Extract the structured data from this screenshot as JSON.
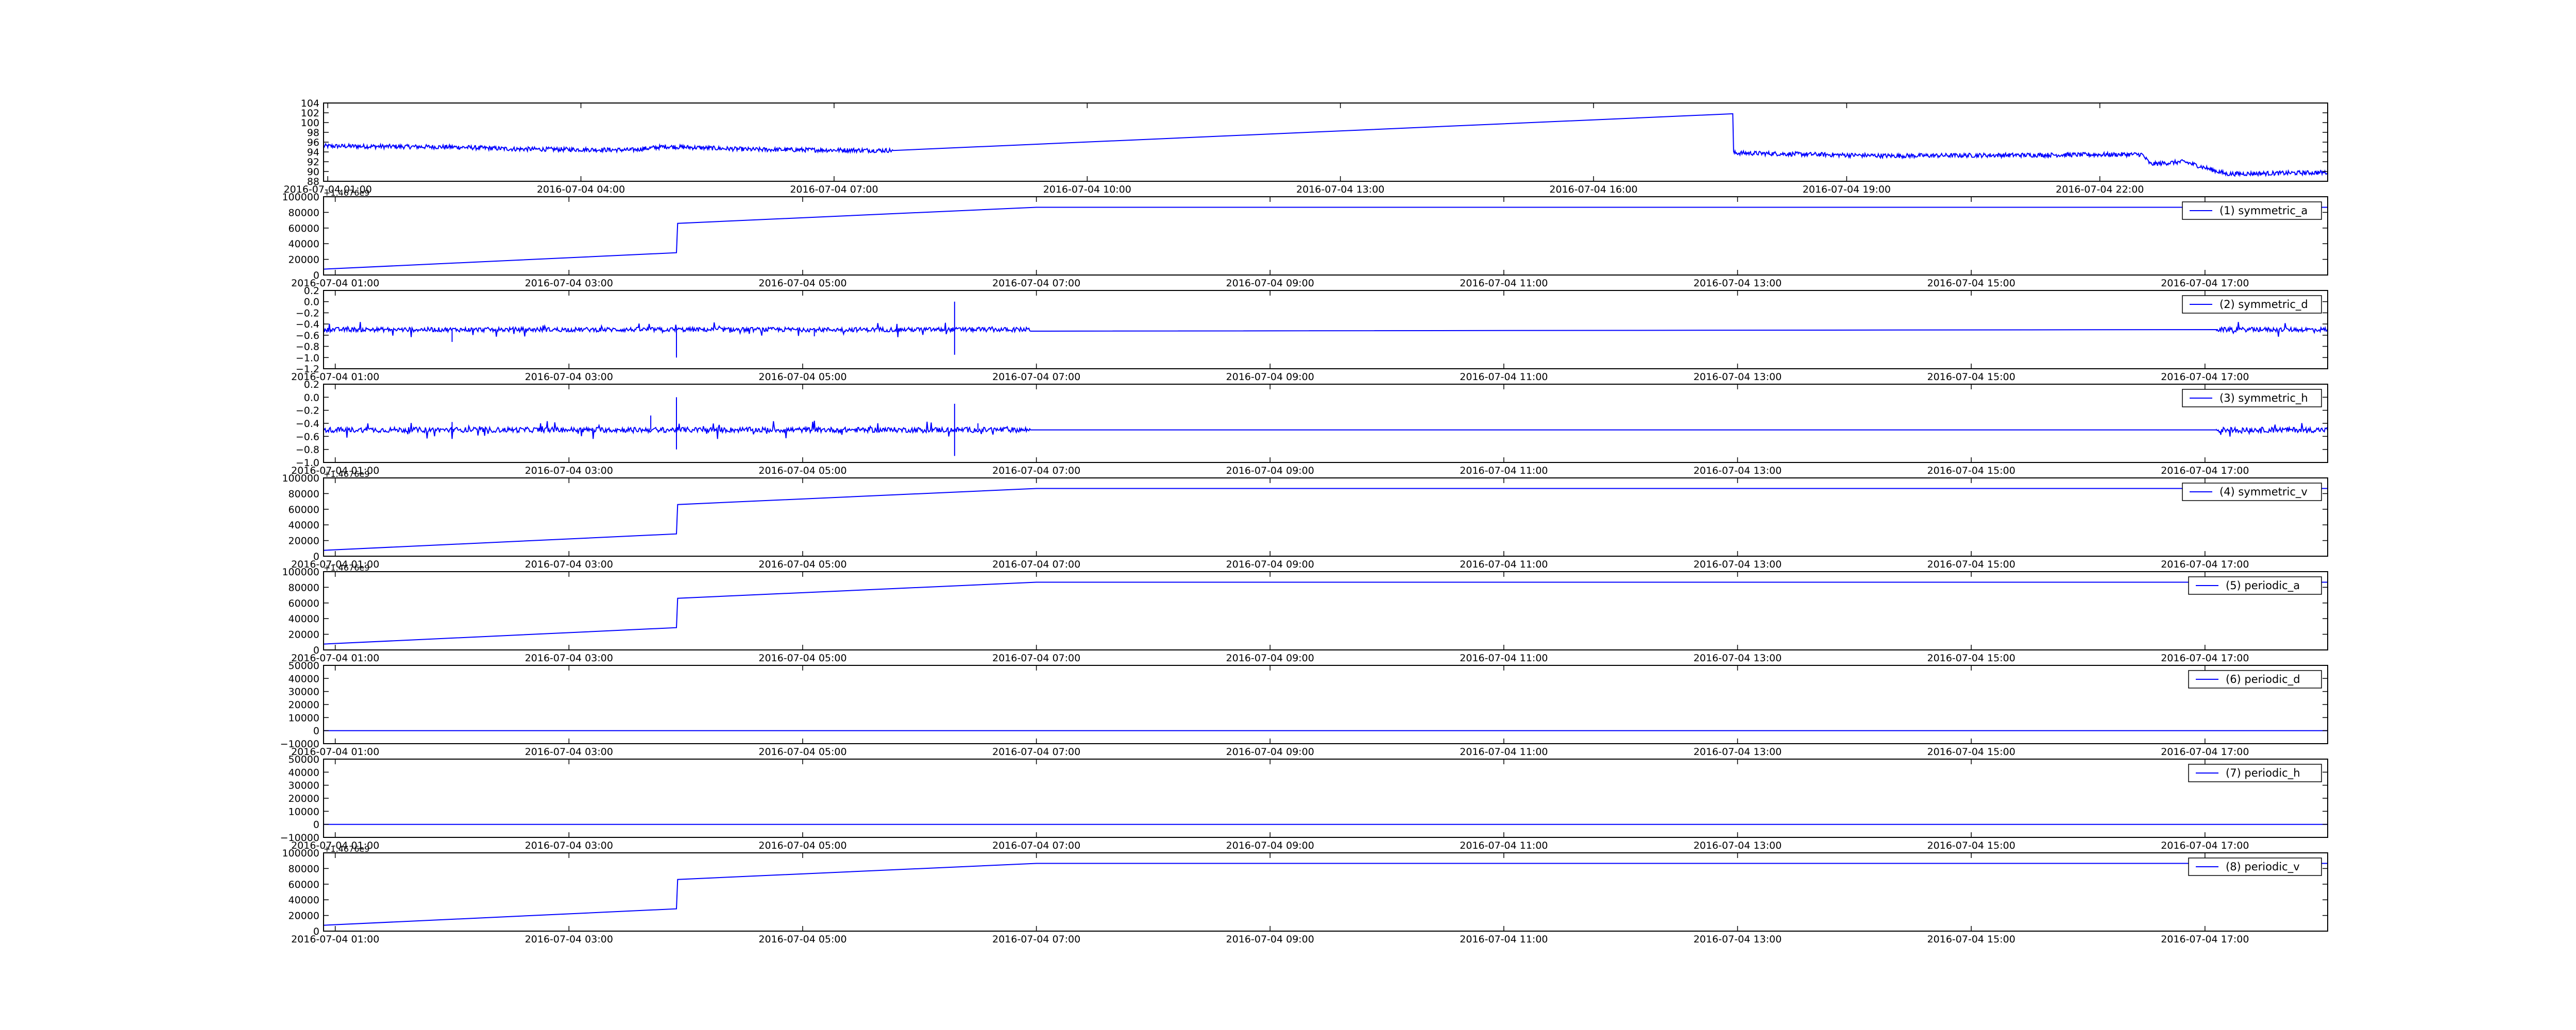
{
  "chart_data": [
    {
      "type": "line",
      "ylim": [
        88,
        104
      ],
      "yticks": [
        "88",
        "90",
        "92",
        "94",
        "96",
        "98",
        "100",
        "102",
        "104"
      ],
      "xticks": [
        "2016-07-04 01:00",
        "2016-07-04 04:00",
        "2016-07-04 07:00",
        "2016-07-04 10:00",
        "2016-07-04 13:00",
        "2016-07-04 16:00",
        "2016-07-04 19:00",
        "2016-07-04 22:00"
      ],
      "xlim_hours": [
        0.95,
        24.7
      ],
      "legend": "",
      "series": [
        {
          "color": "#0000ff",
          "style": "noisy",
          "x": [
            0.95,
            2.5,
            3.2,
            4.6,
            5.0,
            6.0,
            7.7,
            17.65,
            17.66,
            19.5,
            22.5,
            22.6,
            23.0,
            23.5,
            24.7
          ],
          "y": [
            95.2,
            95.0,
            94.6,
            94.4,
            95.1,
            94.5,
            94.3,
            101.8,
            93.8,
            93.2,
            93.5,
            91.5,
            92.0,
            89.5,
            89.8
          ],
          "noise": 0.45
        }
      ]
    },
    {
      "type": "line",
      "ylim": [
        0,
        100000
      ],
      "yticks": [
        "0",
        "20000",
        "40000",
        "60000",
        "80000",
        "100000"
      ],
      "offset": "+1.4676e9",
      "xticks": [
        "2016-07-04 01:00",
        "2016-07-04 03:00",
        "2016-07-04 05:00",
        "2016-07-04 07:00",
        "2016-07-04 09:00",
        "2016-07-04 11:00",
        "2016-07-04 13:00",
        "2016-07-04 15:00",
        "2016-07-04 17:00"
      ],
      "xlim_hours": [
        0.9,
        18.05
      ],
      "legend": "(1) symmetric_a",
      "series": [
        {
          "color": "#0000ff",
          "style": "steps",
          "x": [
            0.9,
            3.92,
            3.93,
            7.0,
            18.05
          ],
          "y": [
            7500,
            28500,
            66000,
            86500,
            86500
          ]
        }
      ]
    },
    {
      "type": "line",
      "ylim": [
        -1.2,
        0.2
      ],
      "yticks": [
        "−1.2",
        "−1.0",
        "−0.8",
        "−0.6",
        "−0.4",
        "−0.2",
        "0.0",
        "0.2"
      ],
      "xticks": [
        "2016-07-04 01:00",
        "2016-07-04 03:00",
        "2016-07-04 05:00",
        "2016-07-04 07:00",
        "2016-07-04 09:00",
        "2016-07-04 11:00",
        "2016-07-04 13:00",
        "2016-07-04 15:00",
        "2016-07-04 17:00"
      ],
      "xlim_hours": [
        0.9,
        18.05
      ],
      "legend": "(2) symmetric_d",
      "series": [
        {
          "color": "#0000ff",
          "style": "spiky",
          "x": [
            0.9,
            18.05
          ],
          "y": [
            -0.5,
            -0.5
          ],
          "noisy_ranges": [
            [
              0.9,
              6.95
            ],
            [
              17.1,
              18.05
            ]
          ],
          "spikes": [
            [
              3.92,
              -1.0
            ],
            [
              6.3,
              -0.95
            ],
            [
              6.3,
              0.0
            ],
            [
              2.0,
              -0.72
            ],
            [
              5.1,
              -0.62
            ]
          ],
          "noise": 0.04
        }
      ]
    },
    {
      "type": "line",
      "ylim": [
        -1.0,
        0.2
      ],
      "yticks": [
        "−1.0",
        "−0.8",
        "−0.6",
        "−0.4",
        "−0.2",
        "0.0",
        "0.2"
      ],
      "xticks": [
        "2016-07-04 01:00",
        "2016-07-04 03:00",
        "2016-07-04 05:00",
        "2016-07-04 07:00",
        "2016-07-04 09:00",
        "2016-07-04 11:00",
        "2016-07-04 13:00",
        "2016-07-04 15:00",
        "2016-07-04 17:00"
      ],
      "xlim_hours": [
        0.9,
        18.05
      ],
      "legend": "(3) symmetric_h",
      "series": [
        {
          "color": "#0000ff",
          "style": "spiky",
          "x": [
            0.9,
            18.05
          ],
          "y": [
            -0.5,
            -0.5
          ],
          "noisy_ranges": [
            [
              0.9,
              6.95
            ],
            [
              17.1,
              18.05
            ]
          ],
          "spikes": [
            [
              3.92,
              0.0
            ],
            [
              3.92,
              -0.8
            ],
            [
              6.3,
              -0.9
            ],
            [
              6.3,
              -0.1
            ],
            [
              3.7,
              -0.28
            ],
            [
              2.0,
              -0.38
            ],
            [
              6.5,
              -0.4
            ]
          ],
          "noise": 0.04
        }
      ]
    },
    {
      "type": "line",
      "ylim": [
        0,
        100000
      ],
      "yticks": [
        "0",
        "20000",
        "40000",
        "60000",
        "80000",
        "100000"
      ],
      "offset": "+1.4676e9",
      "xticks": [
        "2016-07-04 01:00",
        "2016-07-04 03:00",
        "2016-07-04 05:00",
        "2016-07-04 07:00",
        "2016-07-04 09:00",
        "2016-07-04 11:00",
        "2016-07-04 13:00",
        "2016-07-04 15:00",
        "2016-07-04 17:00"
      ],
      "xlim_hours": [
        0.9,
        18.05
      ],
      "legend": "(4) symmetric_v",
      "series": [
        {
          "color": "#0000ff",
          "style": "steps",
          "x": [
            0.9,
            3.92,
            3.93,
            7.0,
            18.05
          ],
          "y": [
            7500,
            28500,
            66000,
            86500,
            86500
          ]
        }
      ]
    },
    {
      "type": "line",
      "ylim": [
        0,
        100000
      ],
      "yticks": [
        "0",
        "20000",
        "40000",
        "60000",
        "80000",
        "100000"
      ],
      "offset": "+1.4676e9",
      "xticks": [
        "2016-07-04 01:00",
        "2016-07-04 03:00",
        "2016-07-04 05:00",
        "2016-07-04 07:00",
        "2016-07-04 09:00",
        "2016-07-04 11:00",
        "2016-07-04 13:00",
        "2016-07-04 15:00",
        "2016-07-04 17:00"
      ],
      "xlim_hours": [
        0.9,
        18.05
      ],
      "legend": "(5) periodic_a",
      "series": [
        {
          "color": "#0000ff",
          "style": "steps",
          "x": [
            0.9,
            3.92,
            3.93,
            7.0,
            18.05
          ],
          "y": [
            7500,
            28500,
            66000,
            86500,
            86500
          ]
        }
      ]
    },
    {
      "type": "line",
      "ylim": [
        -10000,
        50000
      ],
      "yticks": [
        "−10000",
        "0",
        "10000",
        "20000",
        "30000",
        "40000",
        "50000"
      ],
      "xticks": [
        "2016-07-04 01:00",
        "2016-07-04 03:00",
        "2016-07-04 05:00",
        "2016-07-04 07:00",
        "2016-07-04 09:00",
        "2016-07-04 11:00",
        "2016-07-04 13:00",
        "2016-07-04 15:00",
        "2016-07-04 17:00"
      ],
      "xlim_hours": [
        0.9,
        18.05
      ],
      "legend": "(6) periodic_d",
      "series": [
        {
          "color": "#0000ff",
          "style": "steps",
          "x": [
            0.9,
            18.05
          ],
          "y": [
            0,
            0
          ]
        }
      ]
    },
    {
      "type": "line",
      "ylim": [
        -10000,
        50000
      ],
      "yticks": [
        "−10000",
        "0",
        "10000",
        "20000",
        "30000",
        "40000",
        "50000"
      ],
      "xticks": [
        "2016-07-04 01:00",
        "2016-07-04 03:00",
        "2016-07-04 05:00",
        "2016-07-04 07:00",
        "2016-07-04 09:00",
        "2016-07-04 11:00",
        "2016-07-04 13:00",
        "2016-07-04 15:00",
        "2016-07-04 17:00"
      ],
      "xlim_hours": [
        0.9,
        18.05
      ],
      "legend": "(7) periodic_h",
      "series": [
        {
          "color": "#0000ff",
          "style": "steps",
          "x": [
            0.9,
            18.05
          ],
          "y": [
            0,
            0
          ]
        }
      ]
    },
    {
      "type": "line",
      "ylim": [
        0,
        100000
      ],
      "yticks": [
        "0",
        "20000",
        "40000",
        "60000",
        "80000",
        "100000"
      ],
      "offset": "+1.4676e9",
      "xticks": [
        "2016-07-04 01:00",
        "2016-07-04 03:00",
        "2016-07-04 05:00",
        "2016-07-04 07:00",
        "2016-07-04 09:00",
        "2016-07-04 11:00",
        "2016-07-04 13:00",
        "2016-07-04 15:00",
        "2016-07-04 17:00"
      ],
      "xlim_hours": [
        0.9,
        18.05
      ],
      "legend": "(8) periodic_v",
      "series": [
        {
          "color": "#0000ff",
          "style": "steps",
          "x": [
            0.9,
            3.92,
            3.93,
            7.0,
            18.05
          ],
          "y": [
            7500,
            28500,
            66000,
            86500,
            86500
          ]
        }
      ]
    }
  ]
}
